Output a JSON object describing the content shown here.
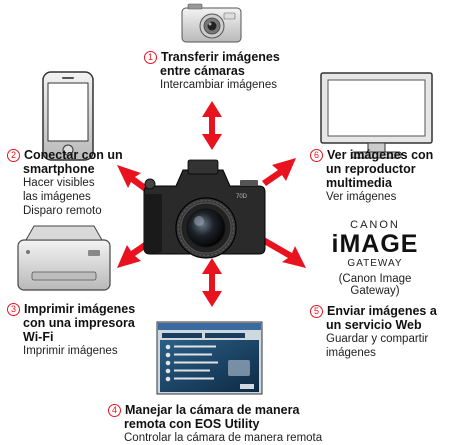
{
  "items": [
    {
      "num": "1",
      "title_lines": [
        "Transferir imágenes",
        "entre cámaras"
      ],
      "sub_lines": [
        "Intercambiar imágenes"
      ]
    },
    {
      "num": "2",
      "title_lines": [
        "Conectar con un",
        "smartphone"
      ],
      "sub_lines": [
        "Hacer visibles",
        "las imágenes",
        "Disparo remoto"
      ]
    },
    {
      "num": "3",
      "title_lines": [
        "Imprimir imágenes",
        "con una impresora",
        "Wi-Fi"
      ],
      "sub_lines": [
        "Imprimir imágenes"
      ]
    },
    {
      "num": "4",
      "title_lines": [
        "Manejar la cámara de manera",
        "remota con EOS Utility"
      ],
      "sub_lines": [
        "Controlar la cámara de manera remota"
      ]
    },
    {
      "num": "5",
      "title_lines": [
        "Enviar imágenes a",
        "un servicio Web"
      ],
      "sub_lines": [
        "Guardar y compartir",
        "imágenes"
      ]
    },
    {
      "num": "6",
      "title_lines": [
        "Ver imágenes con",
        "un reproductor",
        "multimedia"
      ],
      "sub_lines": [
        "Ver imágenes"
      ]
    }
  ],
  "canon_gateway": {
    "brand": "CANON",
    "logo": "iMAGE",
    "service": "GATEWAY",
    "caption": "(Canon Image Gateway)"
  },
  "icons": [
    "compact-camera-icon",
    "smartphone-icon",
    "monitor-icon",
    "dslr-camera-icon",
    "printer-icon",
    "computer-screen-icon"
  ],
  "colors": {
    "arrow": "#e8131f",
    "number": "#e8131f"
  }
}
